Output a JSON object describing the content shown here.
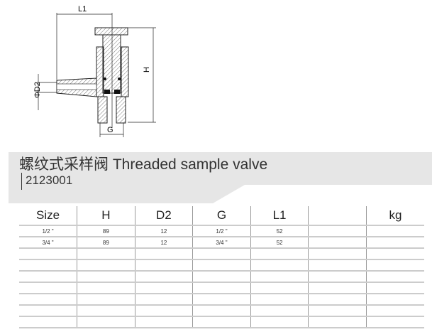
{
  "drawing": {
    "labels": {
      "l1": "L1",
      "h": "H",
      "d2": "ΦD2",
      "g": "G"
    }
  },
  "header": {
    "title": "螺纹式采样阀 Threaded sample valve",
    "code": "2123001"
  },
  "table": {
    "columns": [
      "Size",
      "H",
      "D2",
      "G",
      "L1",
      "",
      "kg"
    ],
    "rows": [
      [
        "1/2 \"",
        "89",
        "12",
        "1/2 \"",
        "52",
        "",
        ""
      ],
      [
        "3/4 \"",
        "89",
        "12",
        "3/4 \"",
        "52",
        "",
        ""
      ],
      [
        "",
        "",
        "",
        "",
        "",
        "",
        ""
      ],
      [
        "",
        "",
        "",
        "",
        "",
        "",
        ""
      ],
      [
        "",
        "",
        "",
        "",
        "",
        "",
        ""
      ],
      [
        "",
        "",
        "",
        "",
        "",
        "",
        ""
      ],
      [
        "",
        "",
        "",
        "",
        "",
        "",
        ""
      ],
      [
        "",
        "",
        "",
        "",
        "",
        "",
        ""
      ],
      [
        "",
        "",
        "",
        "",
        "",
        "",
        ""
      ]
    ]
  }
}
